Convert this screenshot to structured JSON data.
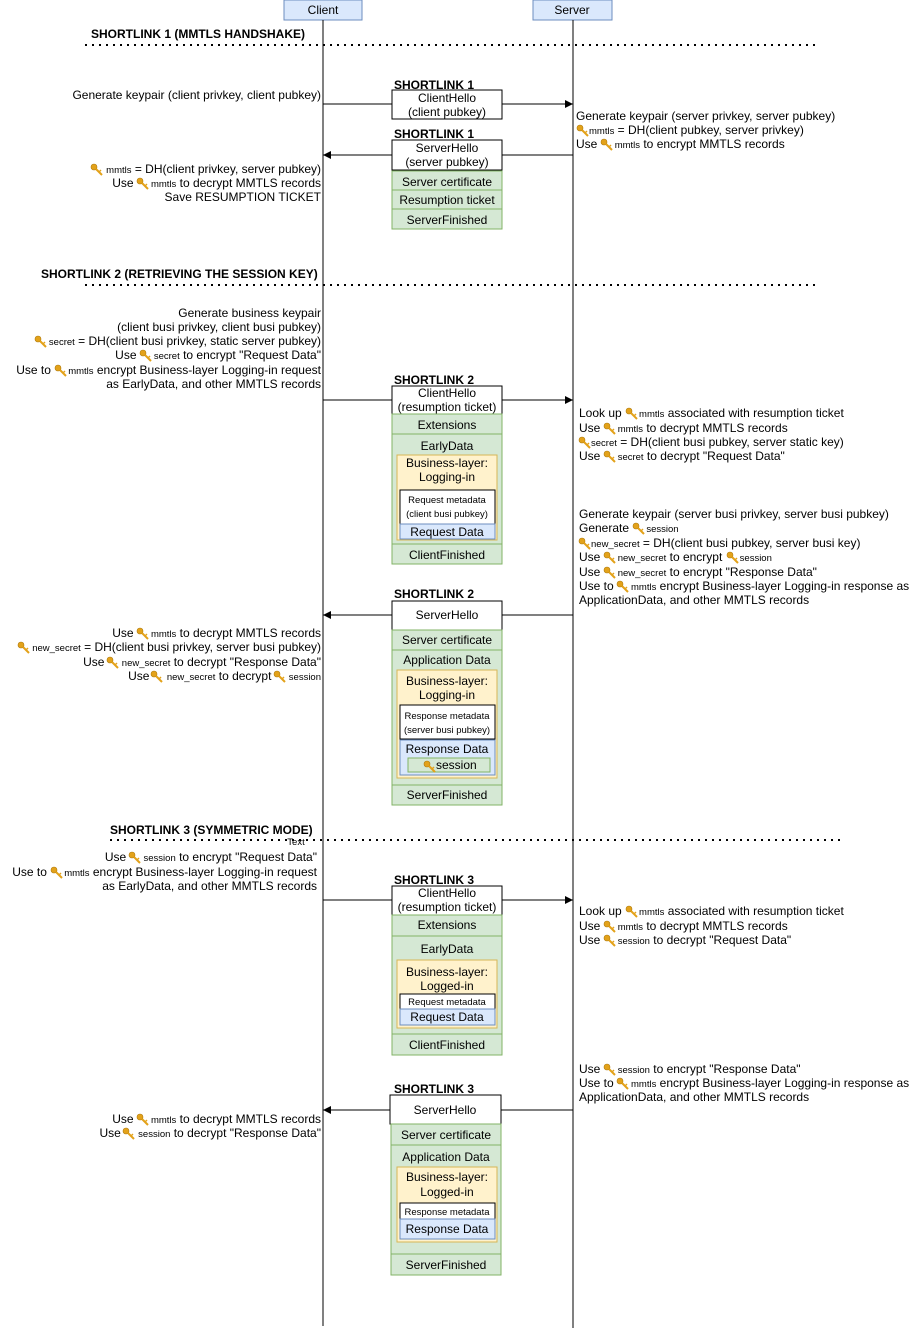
{
  "participants": {
    "client": "Client",
    "server": "Server"
  },
  "sections": [
    {
      "title": "SHORTLINK 1 (MMTLS HANDSHAKE)"
    },
    {
      "title": "SHORTLINK 2 (RETRIEVING THE SESSION KEY)"
    },
    {
      "title": "SHORTLINK 3 (SYMMETRIC MODE)",
      "note": "Text"
    }
  ],
  "keys": {
    "mmtls": "mmtls",
    "secret": "secret",
    "session": "session",
    "new_secret": "new_secret"
  },
  "msg_labels": {
    "sl1_ch": "SHORTLINK 1",
    "sl1_sh": "SHORTLINK 1",
    "sl2_ch": "SHORTLINK 2",
    "sl2_sh": "SHORTLINK 2",
    "sl3_ch": "SHORTLINK 3",
    "sl3_sh": "SHORTLINK 3"
  },
  "boxes": {
    "client_hello": "ClientHello",
    "client_pubkey": "(client pubkey)",
    "server_hello": "ServerHello",
    "server_pubkey": "(server pubkey)",
    "server_certificate": "Server certificate",
    "resumption_ticket": "Resumption ticket",
    "server_finished": "ServerFinished",
    "resumption_ticket_paren": "(resumption ticket)",
    "extensions": "Extensions",
    "early_data": "EarlyData",
    "business_layer": "Business-layer:",
    "logging_in": "Logging-in",
    "logged_in": "Logged-in",
    "request_metadata": "Request metadata",
    "client_busi_pubkey": "(client busi pubkey)",
    "request_data": "Request Data",
    "client_finished": "ClientFinished",
    "application_data": "Application Data",
    "response_metadata": "Response metadata",
    "server_busi_pubkey": "(server busi pubkey)",
    "response_data": "Response Data",
    "session": "session"
  },
  "notes": {
    "c1_gen": "Generate keypair (client privkey, client pubkey)",
    "s1_gen": "Generate keypair (server privkey, server pubkey)",
    "s1_dh": " = DH(client pubkey, server privkey)",
    "s1_use_a": "Use ",
    "s1_use_b": " to encrypt MMTLS records",
    "c1_dh": " = DH(client privkey, server pubkey)",
    "c1_use_a": "Use ",
    "c1_use_b": " to decrypt MMTLS records",
    "c1_save": "Save RESUMPTION TICKET",
    "c2_l1": "Generate business keypair",
    "c2_l2": "(client busi privkey, client busi pubkey)",
    "c2_dh": " = DH(client busi privkey, static server pubkey)",
    "c2_use_a": "Use ",
    "c2_use_b": " to encrypt \"Request Data\"",
    "c2_to_a": "Use to ",
    "c2_to_b": " encrypt Business-layer Logging-in request",
    "c2_early": "as EarlyData, and other MMTLS records",
    "s2_look_a": "Look up ",
    "s2_look_b": " associated with resumption ticket",
    "s2_use1_a": "Use ",
    "s2_use1_b": " to decrypt MMTLS records",
    "s2_dh": " = DH(client busi pubkey, server static key)",
    "s2_use2_a": "Use ",
    "s2_use2_b": " to decrypt \"Request Data\"",
    "s2_gen": "Generate keypair (server busi privkey, server busi pubkey)",
    "s2_gen_sess": "Generate ",
    "s2_newdh": " = DH(client busi pubkey, server busi key)",
    "s2_use3_a": "Use ",
    "s2_use3_b": " to encrypt ",
    "s2_use4_a": "Use ",
    "s2_use4_b": " to encrypt \"Response Data\"",
    "s2_useto_a": "Use to ",
    "s2_useto_b": " encrypt Business-layer Logging-in response as",
    "s2_appdata": "ApplicationData, and other MMTLS records",
    "c2b_use1_a": "Use ",
    "c2b_use1_b": " to decrypt MMTLS records",
    "c2b_dh": " = DH(client busi privkey, server busi pubkey)",
    "c2b_use2_a": "Use ",
    "c2b_use2_b": " to decrypt \"Response Data\"",
    "c2b_use3_a": "Use ",
    "c2b_use3_b": " to decrypt ",
    "c3_use_a": "Use ",
    "c3_use_b": " to encrypt \"Request Data\"",
    "c3_to_a": "Use to ",
    "c3_to_b": " encrypt Business-layer Logging-in request",
    "c3_early": "as EarlyData, and other MMTLS records",
    "s3_look_a": "Look up ",
    "s3_look_b": " associated with resumption ticket",
    "s3_use1_a": "Use ",
    "s3_use1_b": " to decrypt MMTLS records",
    "s3_use2_a": "Use ",
    "s3_use2_b": " to decrypt \"Request Data\"",
    "s3b_use1_a": "Use ",
    "s3b_use1_b": " to encrypt \"Response Data\"",
    "s3b_to_a": "Use to ",
    "s3b_to_b": " encrypt Business-layer Logging-in response as",
    "s3b_appdata": "ApplicationData, and other MMTLS records",
    "c3b_use1_a": "Use ",
    "c3b_use1_b": " to decrypt MMTLS records",
    "c3b_use2_a": "Use ",
    "c3b_use2_b": " to decrypt \"Response Data\""
  },
  "colors": {
    "participant_fill": "#dae8fc",
    "participant_stroke": "#6c8ebf",
    "green_fill": "#d5e8d4",
    "green_stroke": "#82b366",
    "yellow_fill": "#fff2cc",
    "yellow_stroke": "#d6b656",
    "blue_fill": "#dae8fc",
    "blue_stroke": "#6c8ebf",
    "key_icon": "#e3a21a"
  }
}
